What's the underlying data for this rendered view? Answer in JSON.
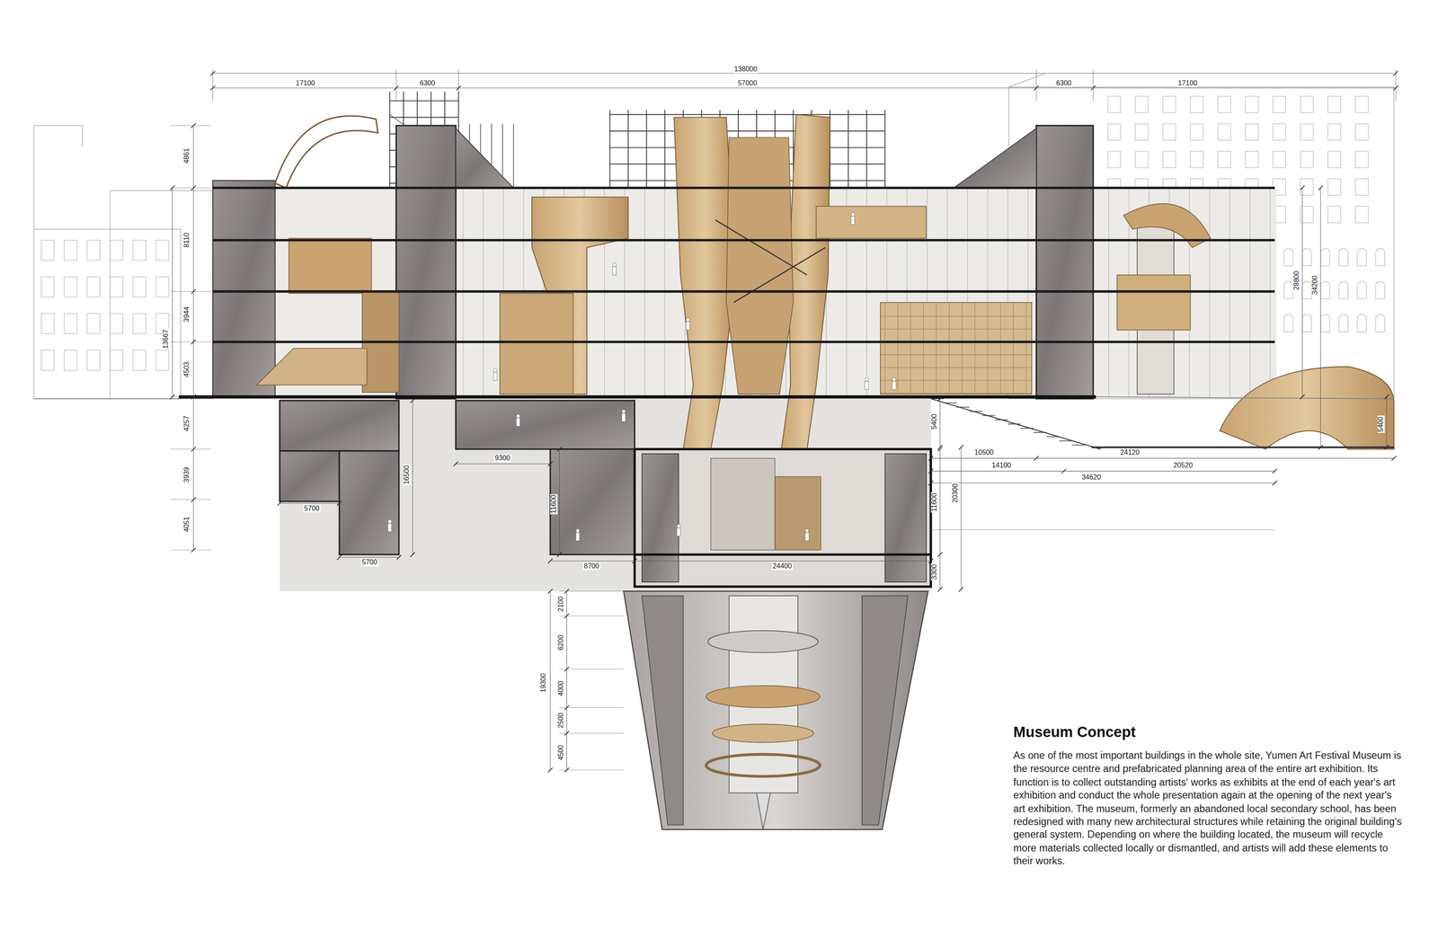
{
  "diagram": {
    "title": "Museum Concept",
    "caption": "As one of the most important buildings in the whole site, Yumen Art Festival Museum is the resource centre and prefabricated planning area of the entire art exhibition. Its function is to collect outstanding artists' works as exhibits at the end of each year's art exhibition and conduct the whole presentation again at the opening of the next year's art exhibition. The museum, formerly an abandoned local secondary school, has been redesigned with many new architectural structures while retaining the original building's general system. Depending on where the building located, the museum will recycle more materials collected locally or dismantled, and artists will add these elements to their works.",
    "labels": [
      "138000",
      "17100",
      "6300",
      "57000",
      "6300",
      "17100",
      "4861",
      "8110",
      "28800",
      "34200",
      "3944",
      "13667",
      "4503",
      "5400",
      "5400",
      "4257",
      "10500",
      "24120",
      "9300",
      "14100",
      "20520",
      "3939",
      "16500",
      "34620",
      "20300",
      "11600",
      "11600",
      "5700",
      "4051",
      "5700",
      "8700",
      "24400",
      "3300",
      "2100",
      "6200",
      "19300",
      "4000",
      "2500",
      "4500"
    ]
  }
}
